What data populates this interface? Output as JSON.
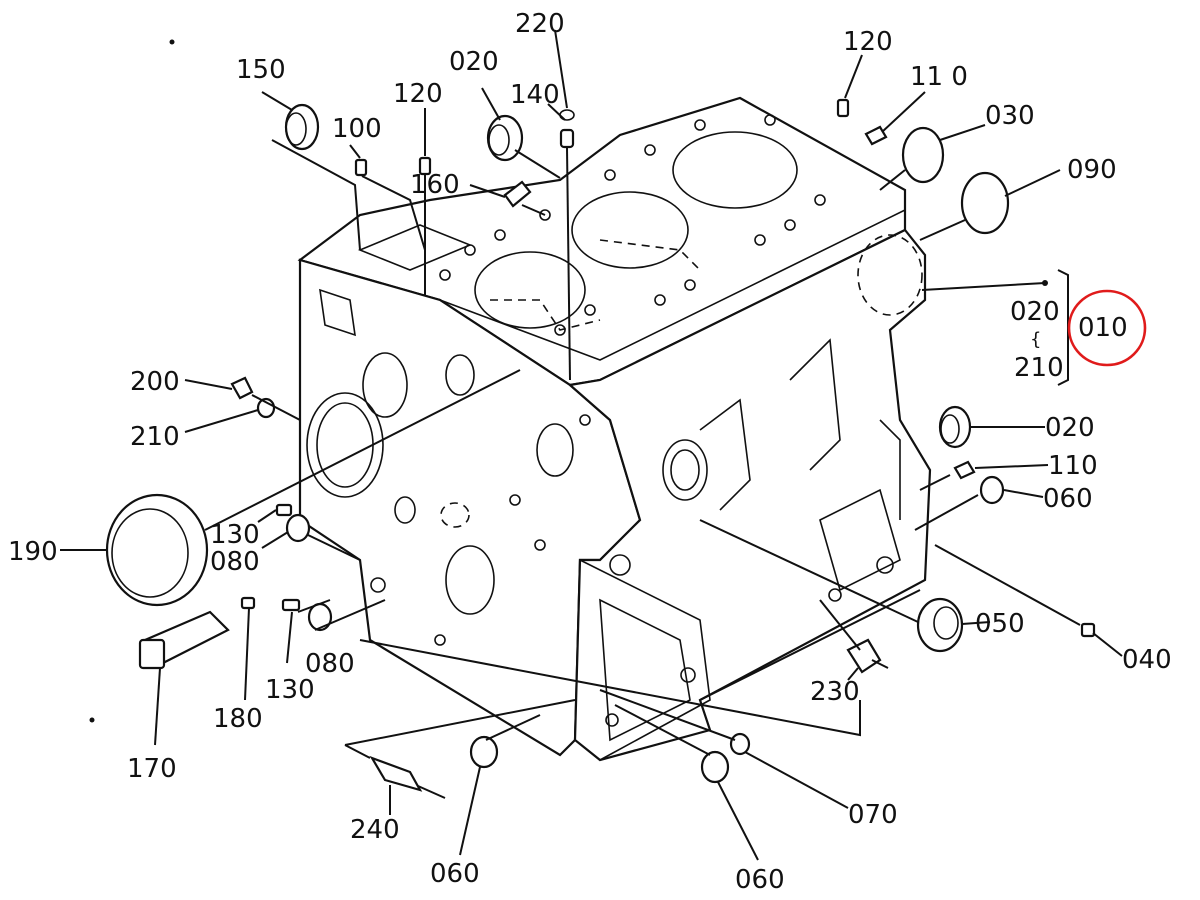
{
  "callouts": {
    "c220": "220",
    "c120a": "120",
    "c110a": "11 0",
    "c150": "150",
    "c020a": "020",
    "c120b": "120",
    "c140": "140",
    "c100": "100",
    "c030": "030",
    "c090": "090",
    "c160": "160",
    "range_from": "020",
    "range_sep": "{",
    "range_to": "210",
    "c010": "010",
    "c200": "200",
    "c210": "210",
    "c020b": "020",
    "c110b": "110",
    "c060a": "060",
    "c190": "190",
    "c130a": "130",
    "c080a": "080",
    "c050": "050",
    "c040": "040",
    "c230": "230",
    "c080b": "080",
    "c130b": "130",
    "c180": "180",
    "c170": "170",
    "c070": "070",
    "c240": "240",
    "c060b": "060",
    "c060c": "060"
  },
  "highlight_color": "#e01b1b"
}
